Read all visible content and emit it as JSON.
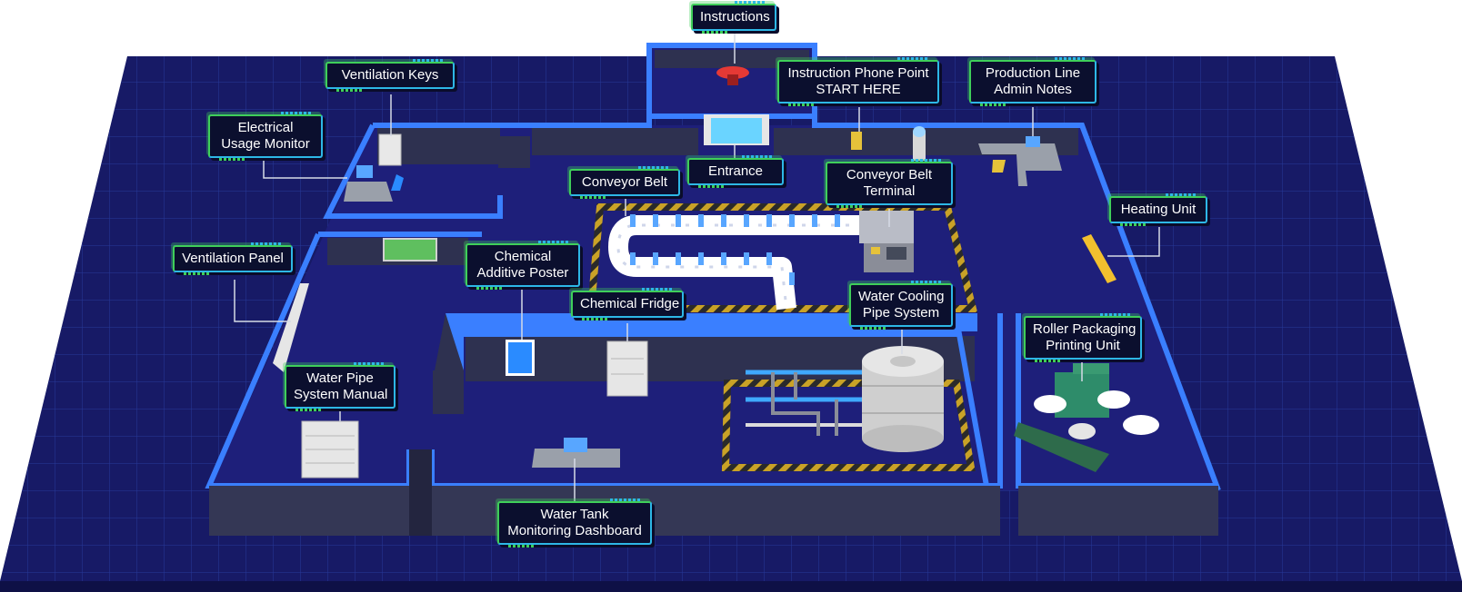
{
  "labels": {
    "instructions": "Instructions",
    "ventilation_keys": "Ventilation Keys",
    "instruction_phone_point": [
      "Instruction Phone Point",
      "START HERE"
    ],
    "production_line_admin_notes": [
      "Production Line",
      "Admin Notes"
    ],
    "electrical_usage_monitor": [
      "Electrical",
      "Usage Monitor"
    ],
    "entrance": "Entrance",
    "conveyor_belt": "Conveyor Belt",
    "conveyor_belt_terminal": [
      "Conveyor Belt",
      "Terminal"
    ],
    "heating_unit": "Heating Unit",
    "ventilation_panel": "Ventilation Panel",
    "chemical_additive_poster": [
      "Chemical",
      "Additive Poster"
    ],
    "chemical_fridge": "Chemical Fridge",
    "water_cooling_pipe_system": [
      "Water Cooling",
      "Pipe System"
    ],
    "roller_packaging_printing_unit": [
      "Roller Packaging",
      "Printing Unit"
    ],
    "water_pipe_system_manual": [
      "Water Pipe",
      "System Manual"
    ],
    "water_tank_monitoring_dashboard": [
      "Water Tank",
      "Monitoring Dashboard"
    ]
  },
  "colors": {
    "floor": "#1a1d6b",
    "grid_line": "#2840a8",
    "room_floor": "#1e1f7a",
    "wall_top": "#3a7fff",
    "wall_side": "#2e3150",
    "hazard_yellow": "#c9a227",
    "label_bg": "#0b0f2e",
    "label_border_green": "#3fcf5a",
    "label_border_blue": "#2db7e6"
  }
}
